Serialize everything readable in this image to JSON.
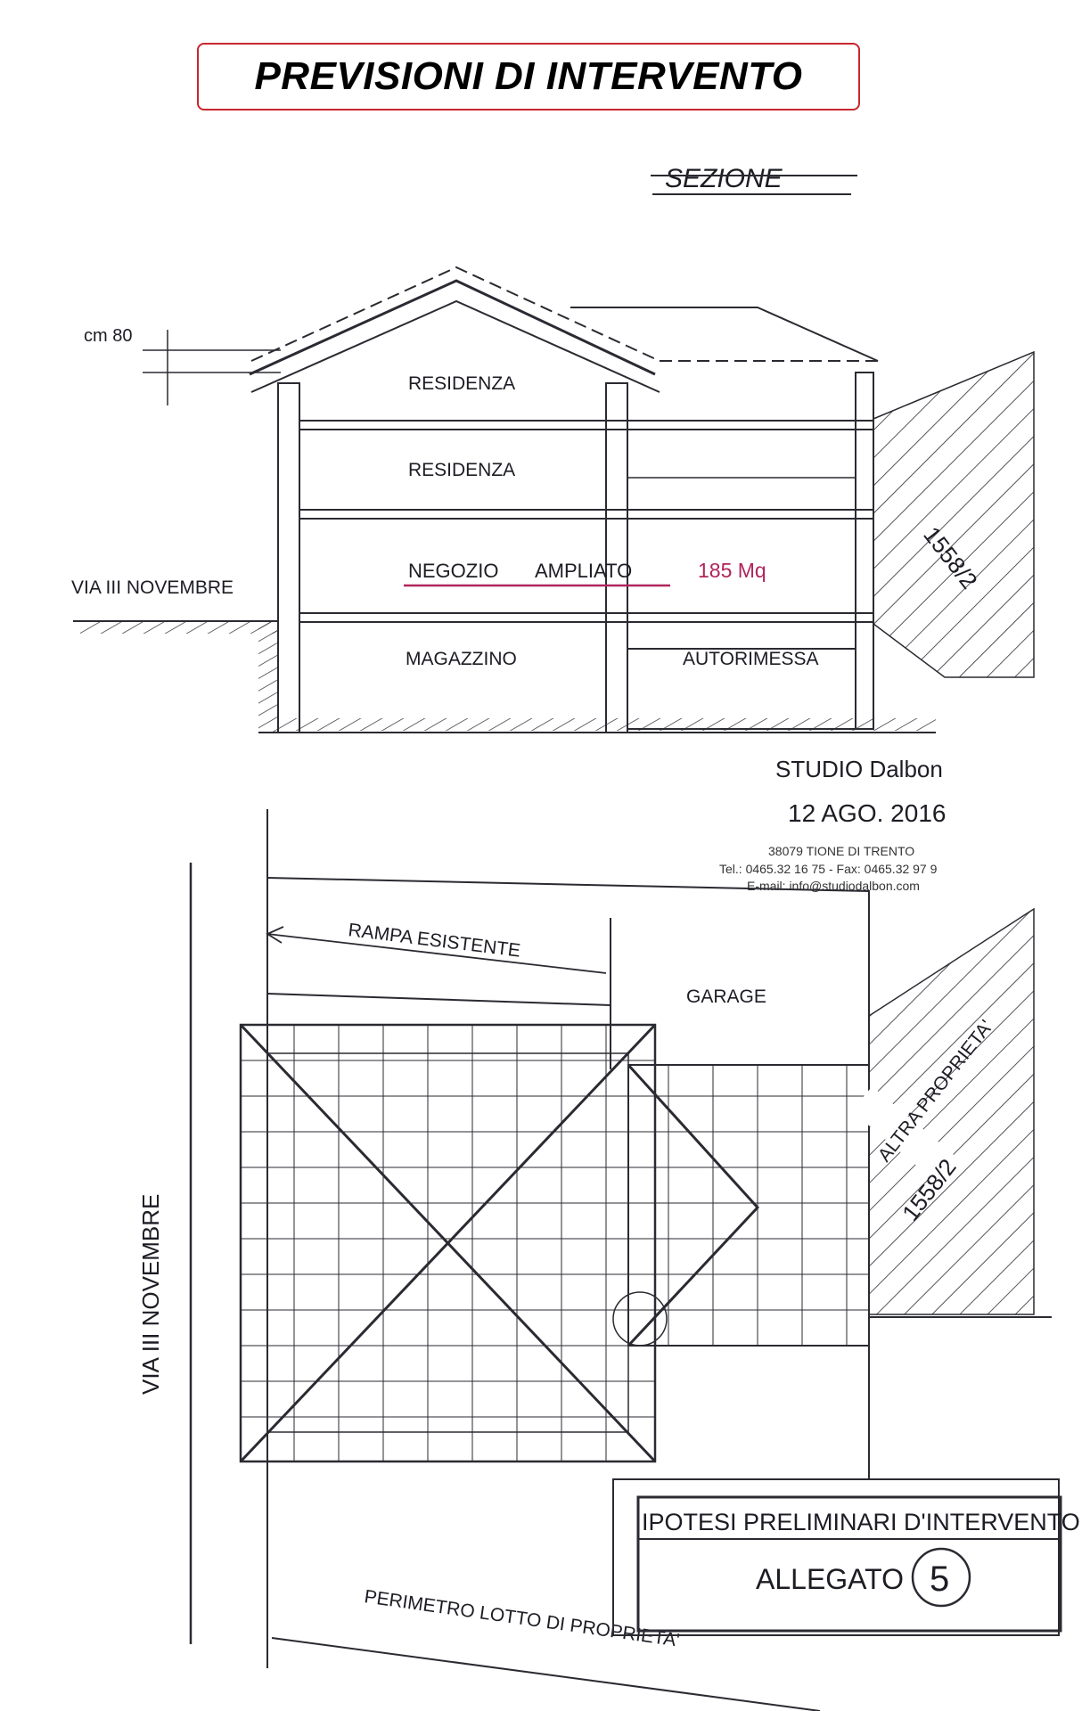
{
  "header": {
    "title": "PREVISIONI DI INTERVENTO"
  },
  "section": {
    "title": "SEZIONE",
    "dimension": "cm 80",
    "floors": [
      "RESIDENZA",
      "RESIDENZA",
      "NEGOZIO",
      "AMPLIATO",
      "MAGAZZINO",
      "AUTORIMESSA"
    ],
    "area": "185 Mq",
    "street": "VIA III NOVEMBRE",
    "parcel": "1558/2"
  },
  "stamp": {
    "logo_text": "STUDIO Dalbon",
    "date": "12 AGO. 2016",
    "city": "38079 TIONE DI TRENTO",
    "phone": "Tel.: 0465.32 16 75 - Fax: 0465.32 97 9",
    "email": "E-mail: info@studiodalbon.com"
  },
  "plan": {
    "ramp": "RAMPA ESISTENTE",
    "garage": "GARAGE",
    "other_property": "ALTRA PROPRIETA'",
    "parcel": "1558/2",
    "street": "VIA III NOVEMBRE",
    "perimeter": "PERIMETRO LOTTO DI PROPRIETA'"
  },
  "label_box": {
    "title": "IPOTESI PRELIMINARI D'INTERVENTO",
    "attachment": "ALLEGATO",
    "number": "5"
  },
  "colors": {
    "title_border": "#c8262e",
    "accent": "#b0245c",
    "ink": "#2a2a32"
  }
}
